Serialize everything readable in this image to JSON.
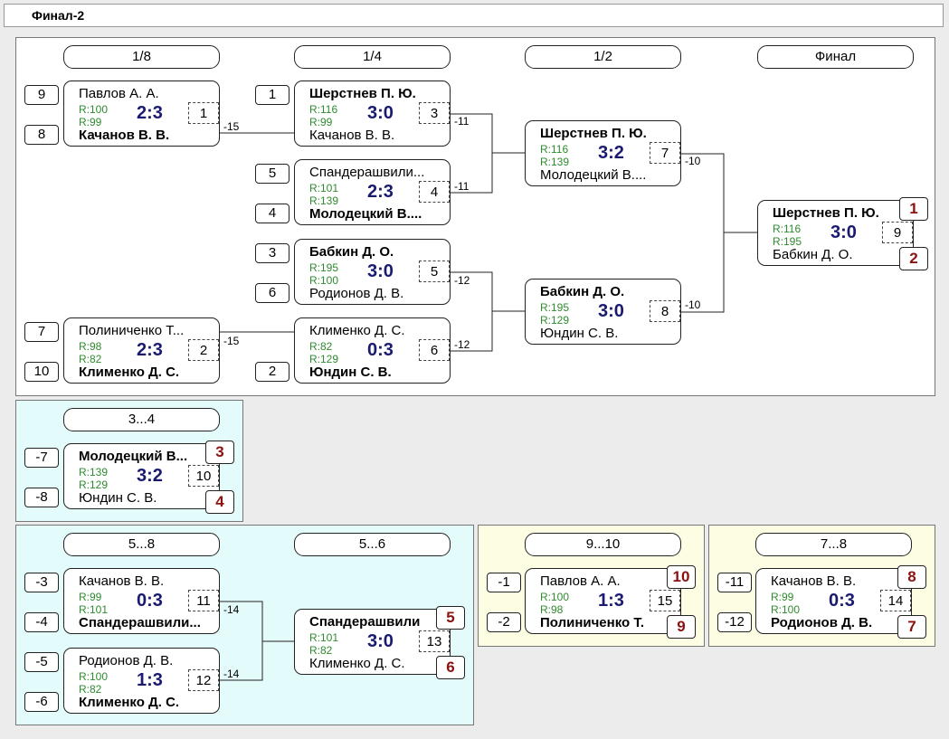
{
  "title": "Финал-2",
  "colors": {
    "main_bg": "#ffffff",
    "consolation_bg": "#e4fbfb",
    "placement_bg": "#fdfde4",
    "score": "#1a1a70",
    "rating": "#2e8b2e",
    "place": "#8b1010"
  },
  "stages": {
    "r16": "1/8",
    "qf": "1/4",
    "sf": "1/2",
    "final": "Финал",
    "s34": "3...4",
    "s58": "5...8",
    "s56": "5...6",
    "s910": "9...10",
    "s78": "7...8"
  },
  "seeds": {
    "a": "9",
    "b": "8",
    "c": "1",
    "d": "5",
    "e": "4",
    "f": "3",
    "g": "6",
    "h": "7",
    "i": "10",
    "j": "2",
    "k": "-7",
    "l": "-8",
    "m": "-3",
    "n": "-4",
    "o": "-5",
    "p": "-6",
    "q": "-1",
    "r": "-2",
    "s": "-11",
    "t": "-12"
  },
  "matches": {
    "m1": {
      "p1": "Павлов А. А.",
      "p2": "Качанов В. В.",
      "r1": "R:100",
      "r2": "R:99",
      "score": "2:3",
      "num": "1"
    },
    "m2": {
      "p1": "Полиниченко Т...",
      "p2": "Клименко Д. С.",
      "r1": "R:98",
      "r2": "R:82",
      "score": "2:3",
      "num": "2"
    },
    "m3": {
      "p1": "Шерстнев П. Ю.",
      "p2": "Качанов В. В.",
      "r1": "R:116",
      "r2": "R:99",
      "score": "3:0",
      "num": "3"
    },
    "m4": {
      "p1": "Спандерашвили...",
      "p2": "Молодецкий В....",
      "r1": "R:101",
      "r2": "R:139",
      "score": "2:3",
      "num": "4"
    },
    "m5": {
      "p1": "Бабкин Д. О.",
      "p2": "Родионов Д. В.",
      "r1": "R:195",
      "r2": "R:100",
      "score": "3:0",
      "num": "5"
    },
    "m6": {
      "p1": "Клименко Д. С.",
      "p2": "Юндин С. В.",
      "r1": "R:82",
      "r2": "R:129",
      "score": "0:3",
      "num": "6"
    },
    "m7": {
      "p1": "Шерстнев П. Ю.",
      "p2": "Молодецкий В....",
      "r1": "R:116",
      "r2": "R:139",
      "score": "3:2",
      "num": "7"
    },
    "m8": {
      "p1": "Бабкин Д. О.",
      "p2": "Юндин С. В.",
      "r1": "R:195",
      "r2": "R:129",
      "score": "3:0",
      "num": "8"
    },
    "m9": {
      "p1": "Шерстнев П. Ю.",
      "p2": "Бабкин Д. О.",
      "r1": "R:116",
      "r2": "R:195",
      "score": "3:0",
      "num": "9",
      "place1": "1",
      "place2": "2"
    },
    "m10": {
      "p1": "Молодецкий В...",
      "p2": "Юндин С. В.",
      "r1": "R:139",
      "r2": "R:129",
      "score": "3:2",
      "num": "10",
      "place1": "3",
      "place2": "4"
    },
    "m11": {
      "p1": "Качанов В. В.",
      "p2": "Спандерашвили...",
      "r1": "R:99",
      "r2": "R:101",
      "score": "0:3",
      "num": "11"
    },
    "m12": {
      "p1": "Родионов Д. В.",
      "p2": "Клименко Д. С.",
      "r1": "R:100",
      "r2": "R:82",
      "score": "1:3",
      "num": "12"
    },
    "m13": {
      "p1": "Спандерашвили",
      "p2": "Клименко Д. С.",
      "r1": "R:101",
      "r2": "R:82",
      "score": "3:0",
      "num": "13",
      "place1": "5",
      "place2": "6"
    },
    "m14": {
      "p1": "Качанов В. В.",
      "p2": "Родионов Д. В.",
      "r1": "R:99",
      "r2": "R:100",
      "score": "0:3",
      "num": "14",
      "place1": "8",
      "place2": "7"
    },
    "m15": {
      "p1": "Павлов А. А.",
      "p2": "Полиниченко Т.",
      "r1": "R:100",
      "r2": "R:98",
      "score": "1:3",
      "num": "15",
      "place1": "10",
      "place2": "9"
    }
  },
  "loser_labels": {
    "l1": "-15",
    "l2": "-15",
    "l3": "-11",
    "l4": "-11",
    "l5": "-12",
    "l6": "-12",
    "l7": "-10",
    "l8": "-10",
    "l11": "-14",
    "l12": "-14"
  }
}
